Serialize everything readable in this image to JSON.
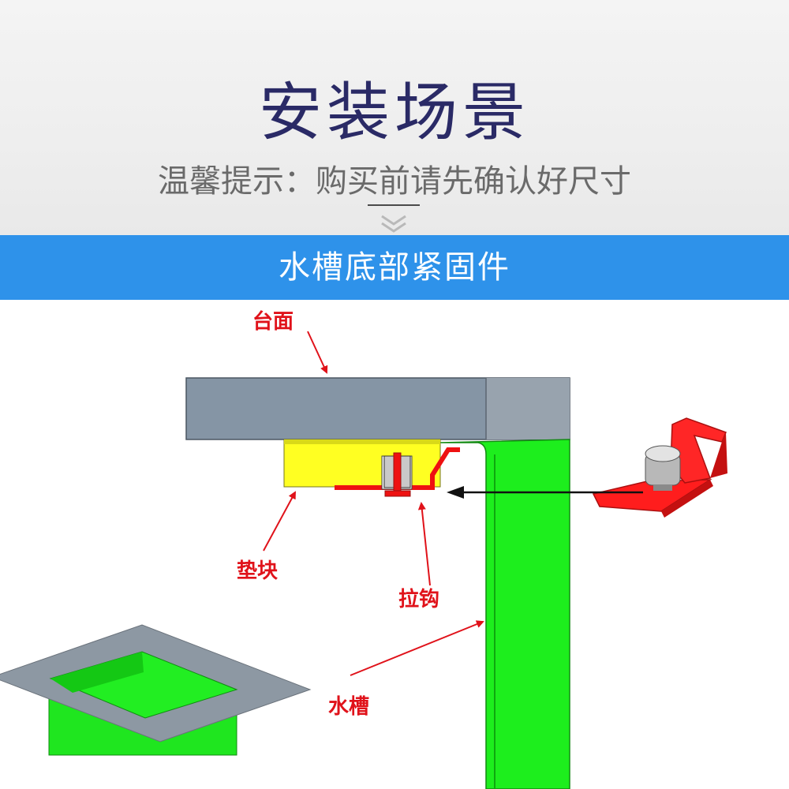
{
  "header": {
    "title": "安装场景",
    "subtitle": "温馨提示：购买前请先确认好尺寸"
  },
  "banner": {
    "label": "水槽底部紧固件"
  },
  "diagram": {
    "labels": {
      "countertop": "台面",
      "spacer_block": "垫块",
      "pull_hook": "拉钩",
      "sink": "水槽"
    }
  },
  "colors": {
    "title": "#2a2a66",
    "banner": "#2e92ea",
    "countertop": "#8595a5",
    "spacer": "#ffff22",
    "sink": "#1dee1d",
    "clip": "#ee1111",
    "label": "#e0121a"
  },
  "icons": {
    "scroll_hint": "double-chevron-down-icon",
    "arrow": "arrow-icon"
  }
}
